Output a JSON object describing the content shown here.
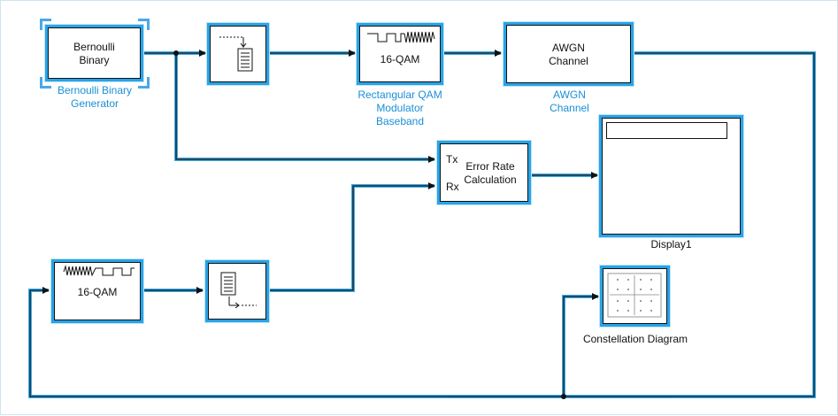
{
  "blocks": {
    "bernoulli": {
      "text_line1": "Bernoulli",
      "text_line2": "Binary",
      "caption_line1": "Bernoulli Binary",
      "caption_line2": "Generator"
    },
    "unbuffer": {},
    "qam_mod": {
      "text": "16-QAM",
      "caption_line1": "Rectangular QAM",
      "caption_line2": "Modulator",
      "caption_line3": "Baseband"
    },
    "awgn": {
      "text_line1": "AWGN",
      "text_line2": "Channel",
      "caption_line1": "AWGN",
      "caption_line2": "Channel"
    },
    "error_rate": {
      "port_tx": "Tx",
      "port_rx": "Rx",
      "text_line1": "Error Rate",
      "text_line2": "Calculation"
    },
    "display": {
      "caption": "Display1"
    },
    "qam_demod": {
      "text": "16-QAM"
    },
    "buffer": {},
    "constellation": {
      "caption": "Constellation Diagram"
    }
  },
  "colors": {
    "selection": "#29a3e6",
    "caption": "#1a8fd6",
    "line": "#111111",
    "highlight": "#29a3e6"
  }
}
